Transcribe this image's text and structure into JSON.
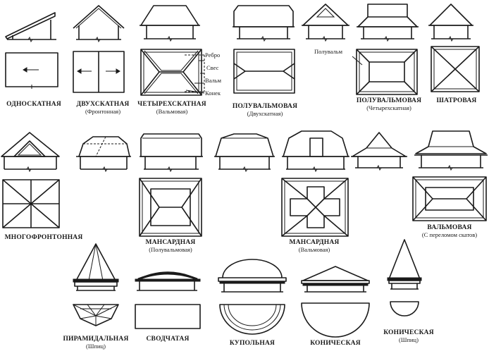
{
  "roofs": [
    {
      "id": "single-pitch",
      "name": "ОДНОСКАТНАЯ",
      "sub": ""
    },
    {
      "id": "gable",
      "name": "ДВУХСКАТНАЯ",
      "sub": "(Фронтонная)"
    },
    {
      "id": "four-pitch",
      "name": "ЧЕТЫРЕХСКАТНАЯ",
      "sub": "(Вальмовая)"
    },
    {
      "id": "half-hip",
      "name": "ПОЛУВАЛЬМОВАЯ",
      "sub": "(Двухскатная)"
    },
    {
      "id": "half-hip-four",
      "name": "ПОЛУВАЛЬМОВАЯ",
      "sub": "(Четырехскатная)"
    },
    {
      "id": "tent",
      "name": "ШАТРОВАЯ",
      "sub": ""
    },
    {
      "id": "multi-gable",
      "name": "МНОГОФРОНТОННАЯ",
      "sub": ""
    },
    {
      "id": "mansard-half-hip",
      "name": "МАНСАРДНАЯ",
      "sub": "(Полувальмовая)"
    },
    {
      "id": "mansard-hip",
      "name": "МАНСАРДНАЯ",
      "sub": "(Вальмовая)"
    },
    {
      "id": "hip-broken",
      "name": "ВАЛЬМОВАЯ",
      "sub": "(С переломом скатов)"
    },
    {
      "id": "pyramidal",
      "name": "ПИРАМИДАЛЬНАЯ",
      "sub": "(Шпиц)"
    },
    {
      "id": "vaulted",
      "name": "СВОДЧАТАЯ",
      "sub": ""
    },
    {
      "id": "dome",
      "name": "КУПОЛЬНАЯ",
      "sub": ""
    },
    {
      "id": "conical",
      "name": "КОНИЧЕСКАЯ",
      "sub": ""
    },
    {
      "id": "conical-spire",
      "name": "КОНИЧЕСКАЯ",
      "sub": "(Шпиц)"
    }
  ],
  "annotations": {
    "rib": "Ребро",
    "overhang": "Свес",
    "hip": "Вальм",
    "ridge": "Конек",
    "half_hip": "Полувальм"
  }
}
